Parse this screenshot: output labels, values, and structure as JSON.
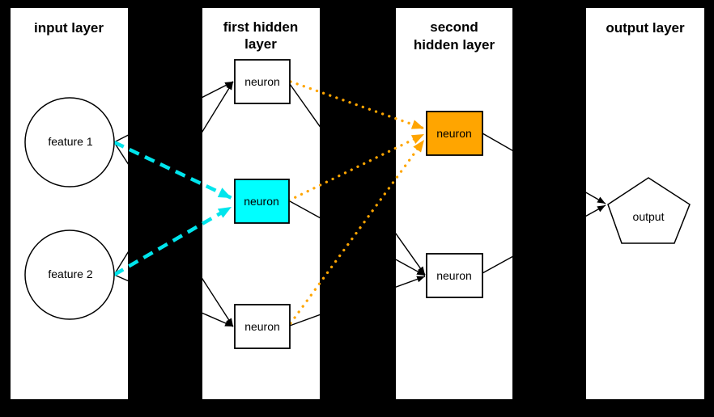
{
  "diagram_title": "neural network layers diagram",
  "colors": {
    "background": "#000000",
    "panel": "#FFFFFF",
    "line": "#000000",
    "cyan_fill": "#00FFFF",
    "cyan_arrow": "#00E5EC",
    "orange": "#FFA500"
  },
  "panels": [
    {
      "id": "input-layer",
      "title_lines": [
        "input layer"
      ]
    },
    {
      "id": "first-hidden-layer",
      "title_lines": [
        "first hidden",
        "layer"
      ]
    },
    {
      "id": "second-hidden-layer",
      "title_lines": [
        "second",
        "hidden layer"
      ]
    },
    {
      "id": "output-layer",
      "title_lines": [
        "output layer"
      ]
    }
  ],
  "nodes": {
    "feature1": {
      "label": "feature 1",
      "shape": "circle",
      "layer": "input"
    },
    "feature2": {
      "label": "feature 2",
      "shape": "circle",
      "layer": "input"
    },
    "hidden1_top": {
      "label": "neuron",
      "shape": "rect",
      "layer": "first hidden",
      "highlight": "none"
    },
    "hidden1_middle": {
      "label": "neuron",
      "shape": "rect",
      "layer": "first hidden",
      "highlight": "cyan"
    },
    "hidden1_bottom": {
      "label": "neuron",
      "shape": "rect",
      "layer": "first hidden",
      "highlight": "none"
    },
    "hidden2_top": {
      "label": "neuron",
      "shape": "rect",
      "layer": "second hidden",
      "highlight": "orange"
    },
    "hidden2_bottom": {
      "label": "neuron",
      "shape": "rect",
      "layer": "second hidden",
      "highlight": "none"
    },
    "output": {
      "label": "output",
      "shape": "pentagon",
      "layer": "output"
    }
  },
  "edges": [
    {
      "from": "feature1",
      "to": "hidden1_top",
      "style": "solid-black"
    },
    {
      "from": "feature2",
      "to": "hidden1_top",
      "style": "solid-black"
    },
    {
      "from": "feature1",
      "to": "hidden1_bottom",
      "style": "solid-black"
    },
    {
      "from": "feature2",
      "to": "hidden1_bottom",
      "style": "solid-black"
    },
    {
      "from": "feature1",
      "to": "hidden1_middle",
      "style": "dashed-cyan"
    },
    {
      "from": "feature2",
      "to": "hidden1_middle",
      "style": "dashed-cyan"
    },
    {
      "from": "hidden1_top",
      "to": "hidden2_bottom",
      "style": "solid-black"
    },
    {
      "from": "hidden1_middle",
      "to": "hidden2_bottom",
      "style": "solid-black"
    },
    {
      "from": "hidden1_bottom",
      "to": "hidden2_bottom",
      "style": "solid-black"
    },
    {
      "from": "hidden1_top",
      "to": "hidden2_top",
      "style": "dotted-orange"
    },
    {
      "from": "hidden1_middle",
      "to": "hidden2_top",
      "style": "dotted-orange"
    },
    {
      "from": "hidden1_bottom",
      "to": "hidden2_top",
      "style": "dotted-orange"
    },
    {
      "from": "hidden2_top",
      "to": "output",
      "style": "solid-black"
    },
    {
      "from": "hidden2_bottom",
      "to": "output",
      "style": "solid-black"
    }
  ]
}
